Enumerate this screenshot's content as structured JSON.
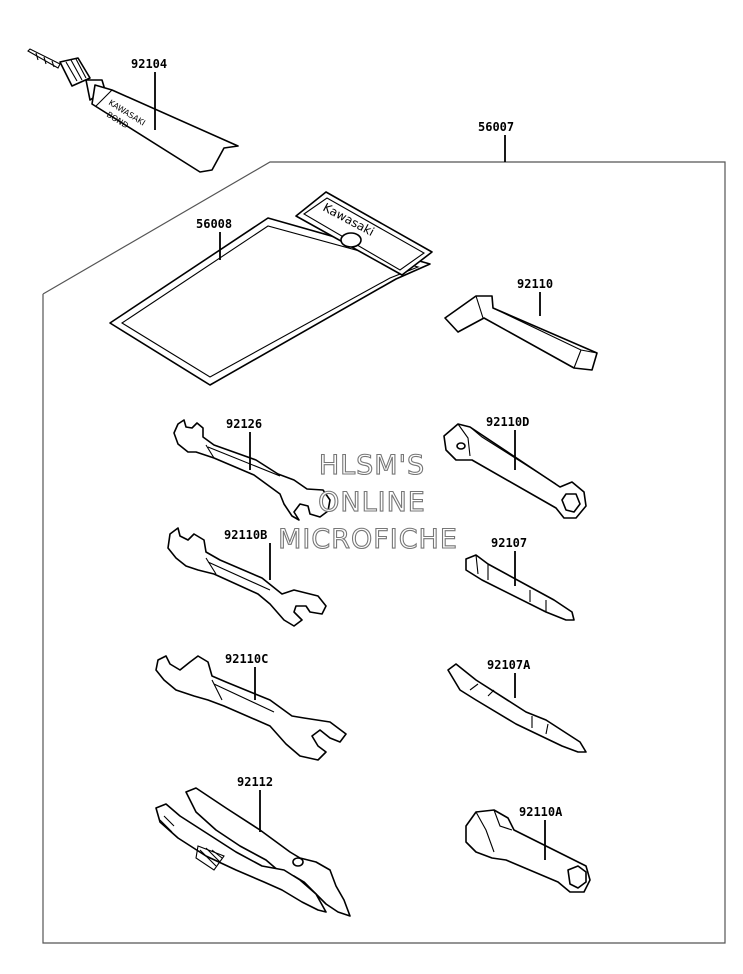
{
  "parts": {
    "bond_92104": "92104",
    "case_56007": "56007",
    "bag_56008": "56008",
    "hex_key_92110": "92110",
    "wrench_92126": "92126",
    "box_wrench_92110D": "92110D",
    "wrench_92110B": "92110B",
    "screwdriver_92107": "92107",
    "wrench_92110C": "92110C",
    "screwdriver_92107A": "92107A",
    "pliers_92112": "92112",
    "socket_92110A": "92110A"
  },
  "tube_text": {
    "line1": "KAWASAKI",
    "line2": "BOND"
  },
  "bag_brand": "Kawasaki",
  "watermark": {
    "line1": "HLSM'S",
    "line2": "ONLINE",
    "line3": "MICROFICHE"
  }
}
